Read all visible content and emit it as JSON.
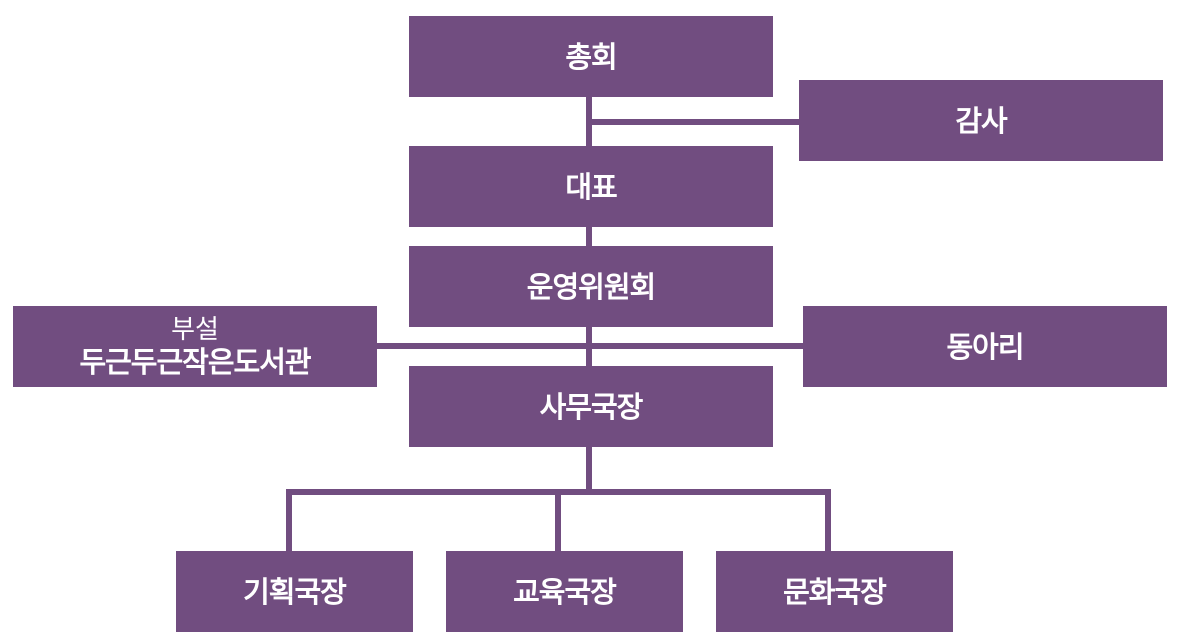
{
  "chart": {
    "nodes": {
      "general_assembly": "총회",
      "audit": "감사",
      "representative": "대표",
      "steering_committee": "운영위원회",
      "affiliate_sub": "부설",
      "affiliate_library": "두근두근작은도서관",
      "clubs": "동아리",
      "secretary_general": "사무국장",
      "planning": "기획국장",
      "education": "교육국장",
      "culture": "문화국장"
    }
  },
  "colors": {
    "box": "#714d80",
    "text": "#ffffff"
  }
}
